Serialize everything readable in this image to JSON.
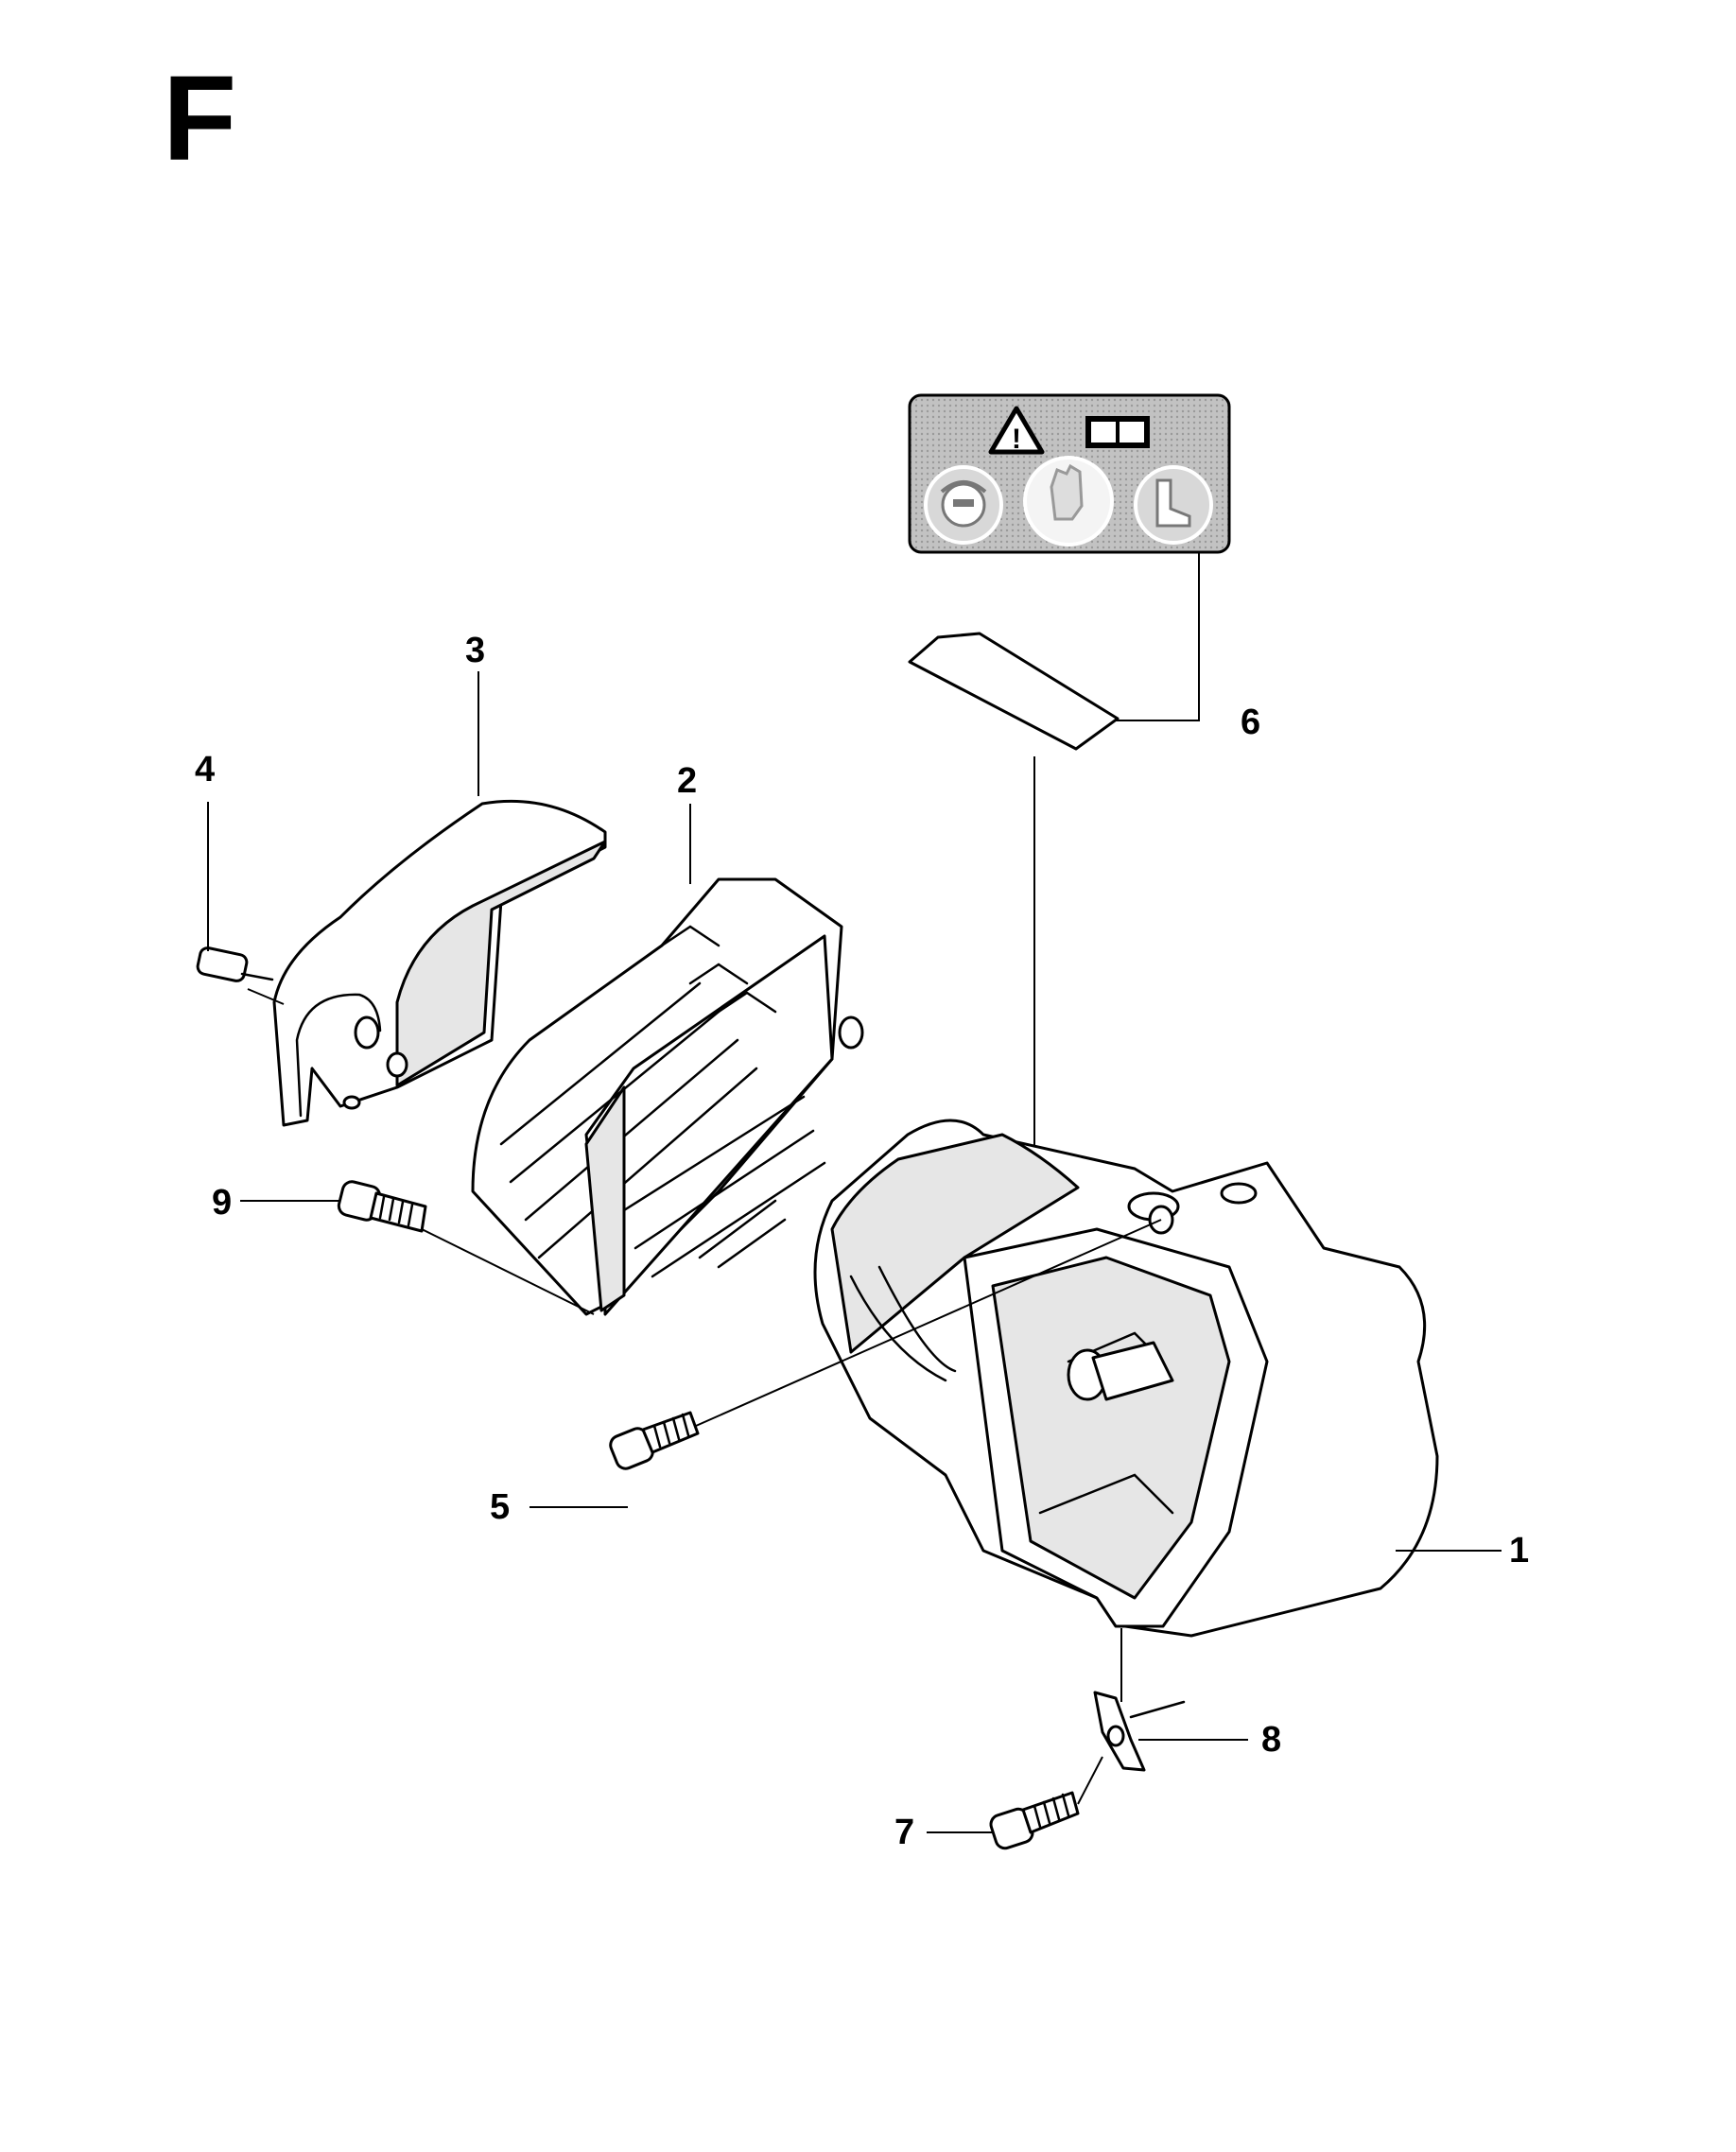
{
  "section": {
    "letter": "F"
  },
  "callouts": [
    {
      "id": "1",
      "label": "1"
    },
    {
      "id": "2",
      "label": "2"
    },
    {
      "id": "3",
      "label": "3"
    },
    {
      "id": "4",
      "label": "4"
    },
    {
      "id": "5",
      "label": "5"
    },
    {
      "id": "6",
      "label": "6"
    },
    {
      "id": "7",
      "label": "7"
    },
    {
      "id": "8",
      "label": "8"
    },
    {
      "id": "9",
      "label": "9"
    }
  ],
  "decal_icons": [
    "warning-triangle-icon",
    "manual-book-icon",
    "ear-eye-protection-icon",
    "gloves-icon",
    "boots-icon"
  ],
  "colors": {
    "ink": "#000000",
    "decal_background": "#b8b8b8",
    "decal_highlight": "#e8e8e8"
  }
}
